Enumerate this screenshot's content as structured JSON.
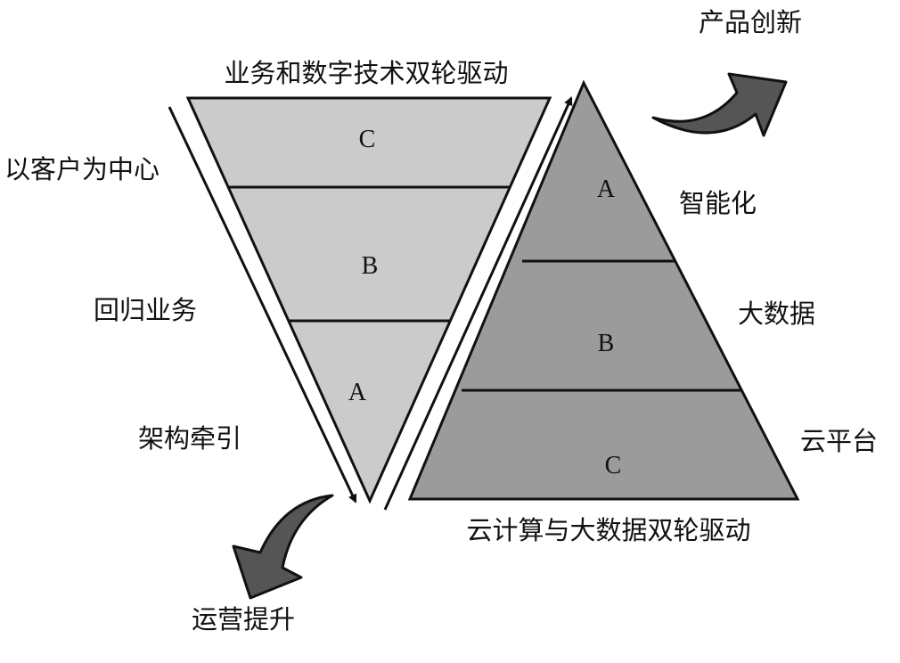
{
  "colors": {
    "inverted_fill": "#cbcbcb",
    "pyramid_fill": "#9b9b9b",
    "curved_arrow_fill": "#555555",
    "stroke": "#111111"
  },
  "left_funnel": {
    "title": "业务和数字技术双轮驱动",
    "layers": [
      "C",
      "B",
      "A"
    ],
    "side_labels": [
      "以客户为中心",
      "回归业务",
      "架构牵引"
    ],
    "outcome": "运营提升"
  },
  "right_pyramid": {
    "title": "云计算与大数据双轮驱动",
    "layers": [
      "A",
      "B",
      "C"
    ],
    "side_labels": [
      "智能化",
      "大数据",
      "云平台"
    ],
    "outcome": "产品创新"
  }
}
